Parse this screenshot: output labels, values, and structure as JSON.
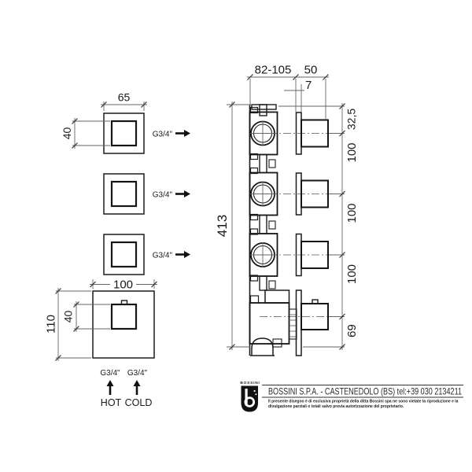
{
  "drawing": {
    "title_semantic": "Bossini thermostatic 3-outlet concealed mixer - technical drawing",
    "front_view": {
      "plate_width": "65",
      "handle_size": "40",
      "outlet_labels": [
        "G3/4\"",
        "G3/4\"",
        "G3/4\""
      ],
      "thermo_plate_width": "100",
      "thermo_plate_height": "110",
      "thermo_handle_size": "40",
      "inlet_hot_thread": "G3/4\"",
      "inlet_cold_thread": "G3/4\"",
      "hot_label": "HOT",
      "cold_label": "COLD"
    },
    "side_view": {
      "depth_range": "82-105",
      "projection": "50",
      "trim_thickness": "7",
      "total_height": "413",
      "top_offset": "32,5",
      "spacing": [
        "100",
        "100",
        "100"
      ],
      "bottom_offset": "69"
    },
    "footer": {
      "brand_small": "BOSSINI",
      "company_line": "BOSSINI S.P.A. - CASTENEDOLO (BS) tel:+39 030 2134211",
      "disclaimer1": "Il presente disegno è di esclusiva proprietà della ditta Bossini spa ne sono vietate la riproduzione e la",
      "disclaimer2": "divulgazione parziali o totali salvo previa autorizzazione del proprietario.",
      "accent_black": "#111111"
    }
  }
}
